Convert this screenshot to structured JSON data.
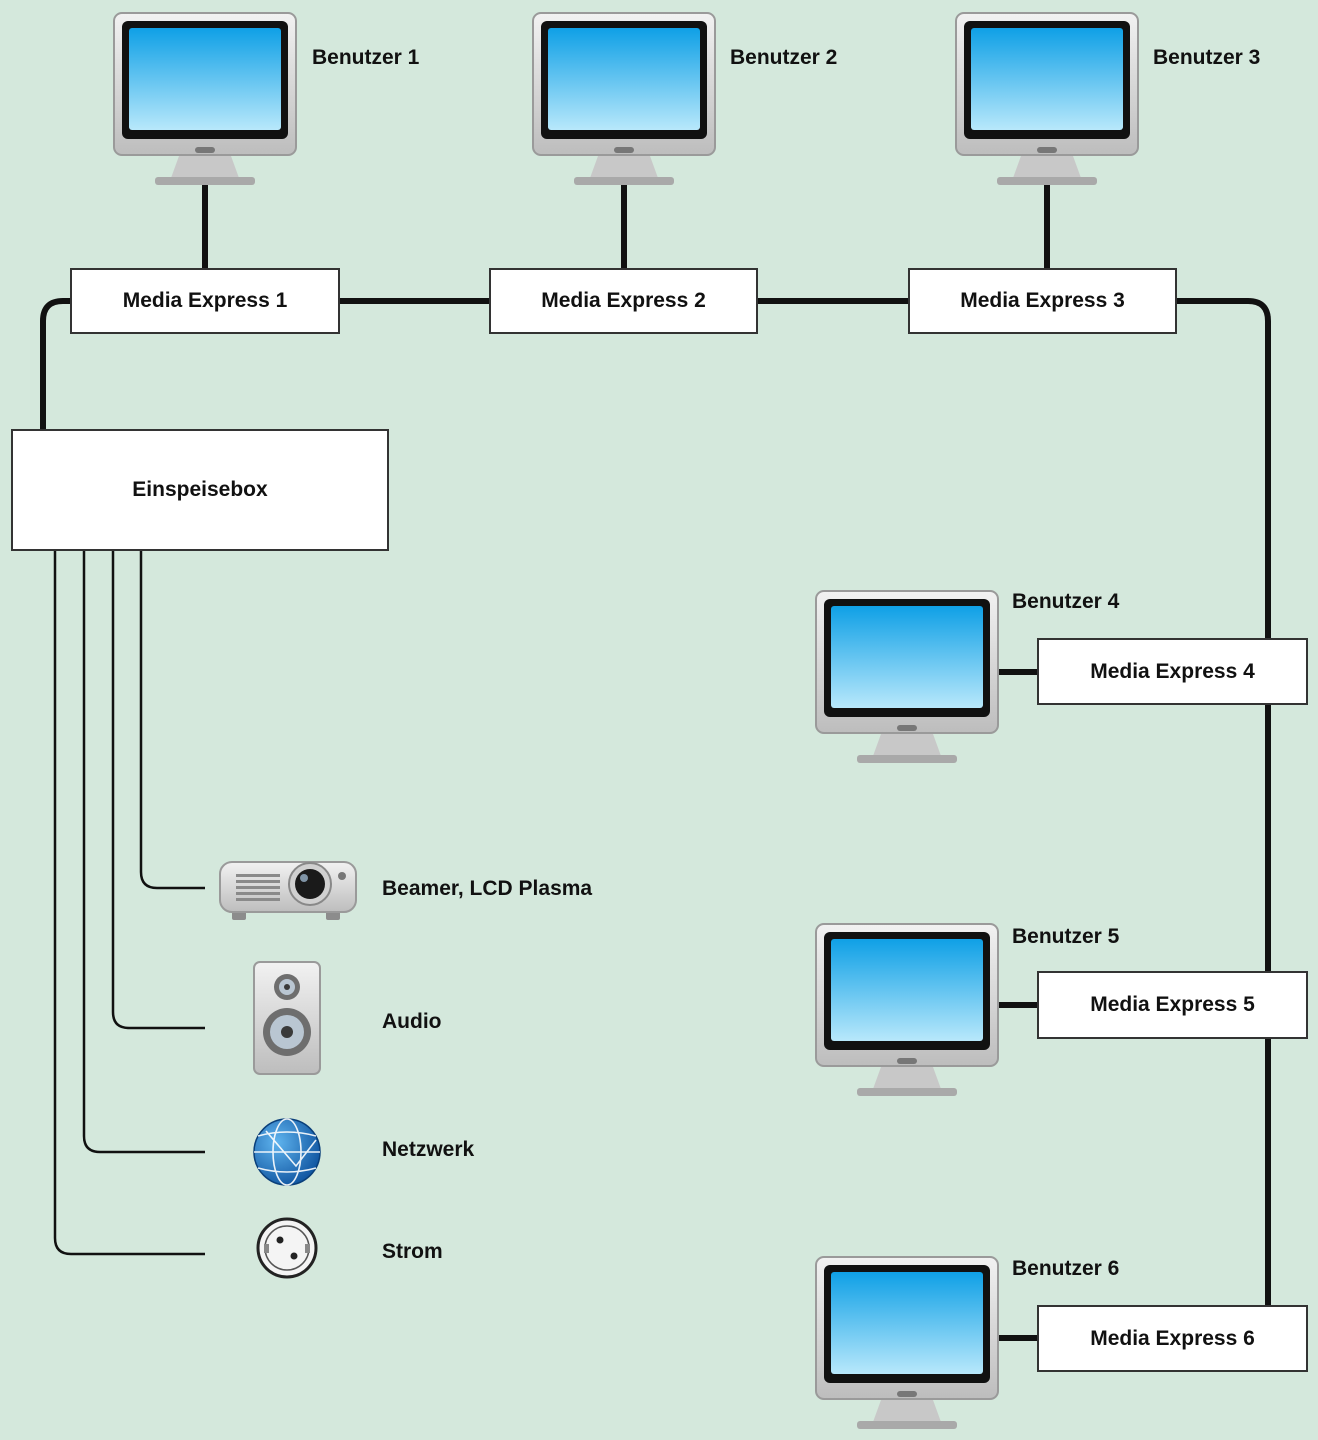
{
  "diagram": {
    "background": "#d4e8dc",
    "line_color": "#111111",
    "users": [
      "Benutzer 1",
      "Benutzer 2",
      "Benutzer 3",
      "Benutzer 4",
      "Benutzer 5",
      "Benutzer 6"
    ],
    "media_express": [
      "Media Express 1",
      "Media Express 2",
      "Media Express 3",
      "Media Express 4",
      "Media Express 5",
      "Media Express 6"
    ],
    "feed_box": "Einspeisebox",
    "devices": {
      "beamer": "Beamer, LCD Plasma",
      "audio": "Audio",
      "network": "Netzwerk",
      "power": "Strom"
    },
    "icons": {
      "computer": "monitor-icon",
      "beamer": "projector-icon",
      "audio": "speaker-icon",
      "network": "globe-icon",
      "power": "power-socket-icon"
    }
  }
}
